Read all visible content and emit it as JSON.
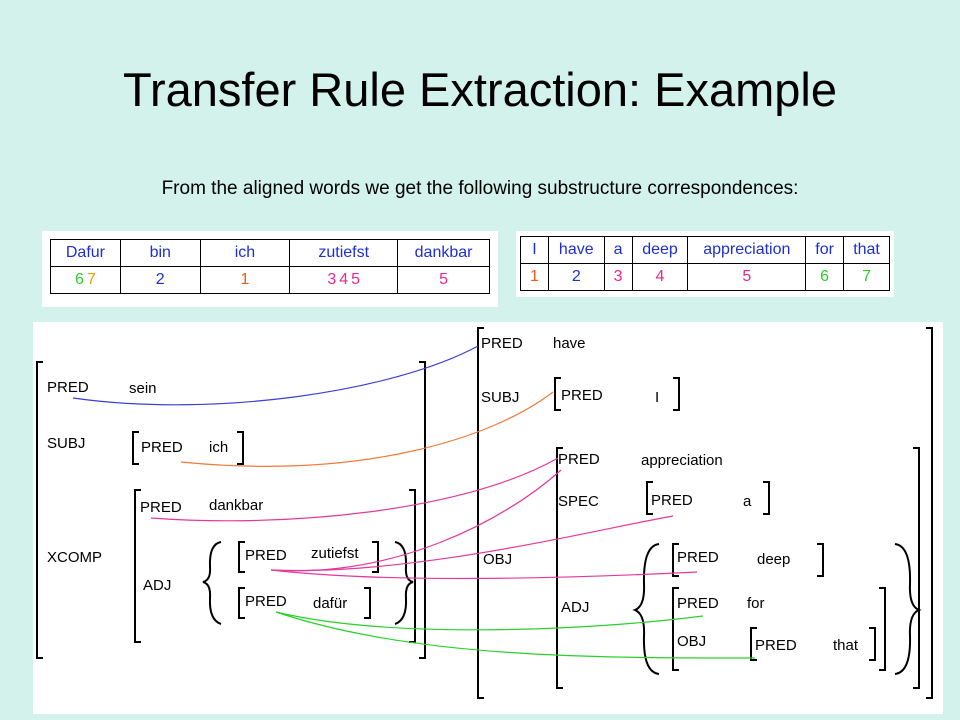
{
  "title": "Transfer Rule Extraction: Example",
  "subtitle": "From the aligned words we get the following substructure correspondences:",
  "colors": {
    "background": "#d4f2ec",
    "word_text": "#1d2fd1",
    "blue": "#3b3fd8",
    "orange": "#f07a3a",
    "magenta": "#e4399b",
    "green": "#2bd02b"
  },
  "german_alignment": {
    "words": [
      "Dafur",
      "bin",
      "ich",
      "zutiefst",
      "dankbar"
    ],
    "indices": [
      [
        {
          "t": "6",
          "c": "#2bd02b"
        },
        {
          "t": "7",
          "c": "#e8a000"
        }
      ],
      [
        {
          "t": "2",
          "c": "#1d2fd1"
        }
      ],
      [
        {
          "t": "1",
          "c": "#f05a14"
        }
      ],
      [
        {
          "t": "3",
          "c": "#e8278f"
        },
        {
          "t": "4",
          "c": "#e8278f"
        },
        {
          "t": "5",
          "c": "#e8278f"
        }
      ],
      [
        {
          "t": "5",
          "c": "#e8278f"
        }
      ]
    ]
  },
  "english_alignment": {
    "words": [
      "I",
      "have",
      "a",
      "deep",
      "appreciation",
      "for",
      "that"
    ],
    "indices": [
      [
        {
          "t": "1",
          "c": "#f05a14"
        }
      ],
      [
        {
          "t": "2",
          "c": "#1d2fd1"
        }
      ],
      [
        {
          "t": "3",
          "c": "#e8278f"
        }
      ],
      [
        {
          "t": "4",
          "c": "#e8278f"
        }
      ],
      [
        {
          "t": "5",
          "c": "#e8278f"
        }
      ],
      [
        {
          "t": "6",
          "c": "#2bd02b"
        }
      ],
      [
        {
          "t": "7",
          "c": "#2bd02b"
        }
      ]
    ]
  },
  "german_fstructure": {
    "pred_label": "PRED",
    "pred_value": "sein",
    "subj_label": "SUBJ",
    "subj_pred_value": "ich",
    "xcomp_label": "XCOMP",
    "xcomp_pred_value": "dankbar",
    "adj_label": "ADJ",
    "adj1_pred_value": "zutiefst",
    "adj2_pred_value": "dafür"
  },
  "english_fstructure": {
    "pred_label": "PRED",
    "pred_value": "have",
    "subj_label": "SUBJ",
    "subj_pred_value": "I",
    "obj_label": "OBJ",
    "obj_pred_value": "appreciation",
    "spec_label": "SPEC",
    "spec_pred_value": "a",
    "adj_label": "ADJ",
    "adj1_pred_value": "deep",
    "adj2_pred_value": "for",
    "adj2_obj_label": "OBJ",
    "adj2_obj_pred_value": "that"
  }
}
